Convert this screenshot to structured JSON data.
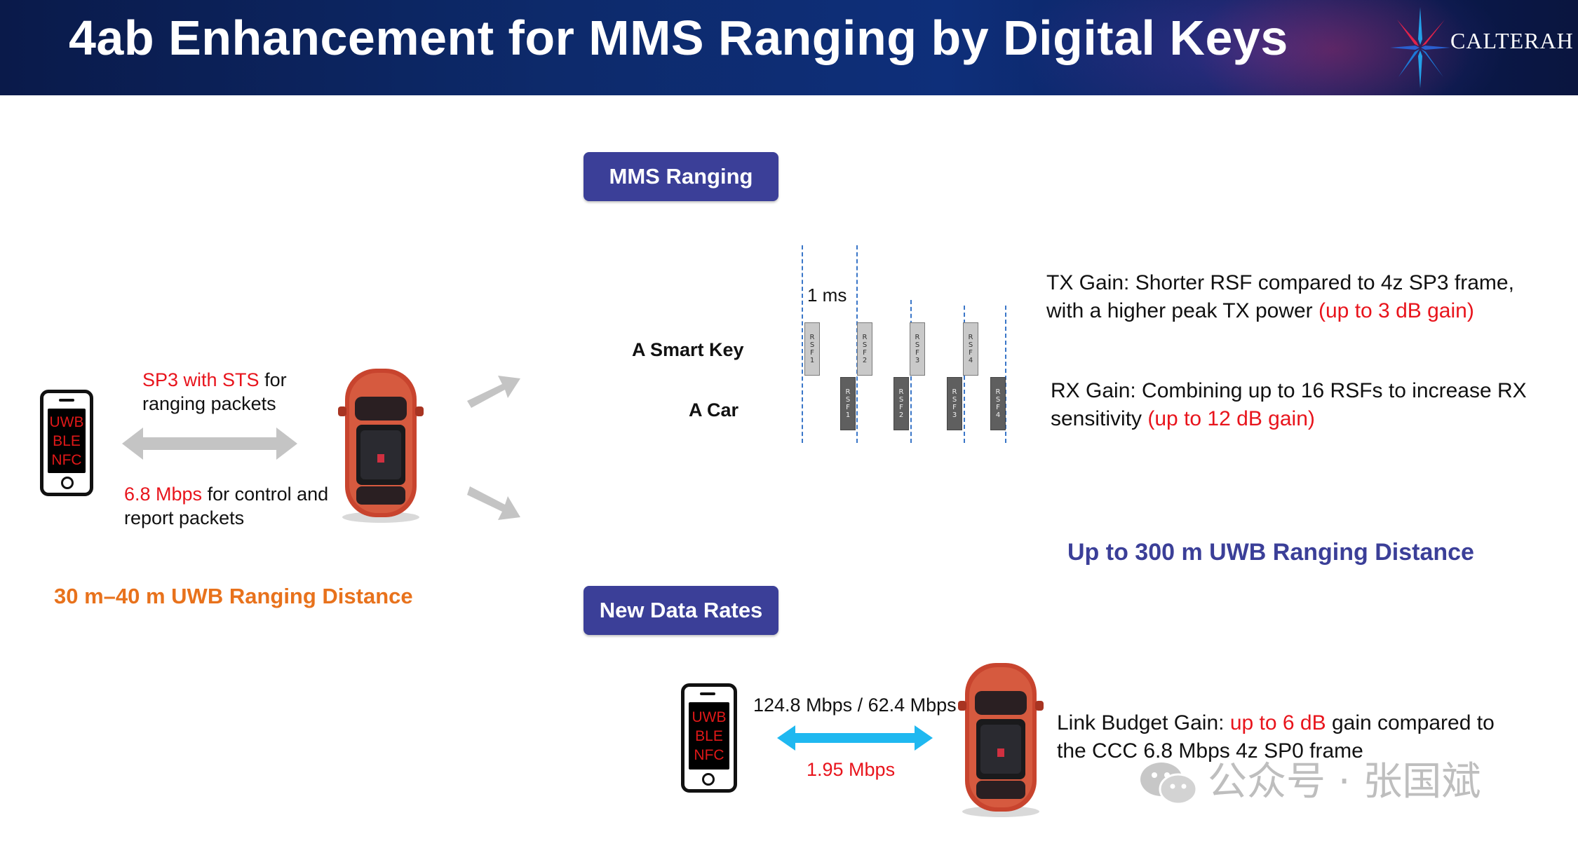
{
  "header": {
    "title": "4ab Enhancement for MMS Ranging by Digital Keys",
    "logo_text": "CALTERAH"
  },
  "left": {
    "phone_labels": [
      "UWB",
      "BLE",
      "NFC"
    ],
    "sp3_red": "SP3 with STS",
    "sp3_rest": " for",
    "sp3_line2": "ranging packets",
    "rate_red": "6.8 Mbps",
    "rate_rest": " for control and",
    "rate_line2": "report packets",
    "distance": "30 m–40 m UWB Ranging Distance"
  },
  "mms": {
    "button": "MMS Ranging",
    "time_label": "1 ms",
    "smart_key_label": "A Smart Key",
    "car_label": "A Car",
    "key_rsf": [
      "RSF1",
      "RSF2",
      "RSF3",
      "RSF4"
    ],
    "car_rsf": [
      "RSF1",
      "RSF2",
      "RSF3",
      "RSF4"
    ],
    "tx_line1": "TX Gain: Shorter RSF compared to 4z SP3 frame,",
    "tx_line2_a": "with a higher peak TX power ",
    "tx_line2_red": "(up to 3 dB gain)",
    "rx_line1": "RX Gain: Combining up to 16 RSFs to increase RX",
    "rx_line2_a": "sensitivity ",
    "rx_line2_red": "(up to 12 dB gain)",
    "distance": "Up to 300 m UWB Ranging Distance"
  },
  "rates": {
    "button": "New Data Rates",
    "phone_labels": [
      "UWB",
      "BLE",
      "NFC"
    ],
    "high_rate": "124.8 Mbps / 62.4 Mbps",
    "low_rate": "1.95 Mbps",
    "lb_a": "Link Budget Gain: ",
    "lb_red": "up to 6 dB",
    "lb_b": " gain compared to",
    "lb_line2": "the CCC 6.8 Mbps 4z SP0 frame"
  },
  "watermark": "公众号 · 张国斌",
  "colors": {
    "accent_red": "#e8141c",
    "orange": "#e8721c",
    "pill": "#3b3f98",
    "arrow_gray": "#c4c4c4",
    "arrow_blue": "#1fb8f0",
    "dark_blue_text": "#3b3f98"
  }
}
